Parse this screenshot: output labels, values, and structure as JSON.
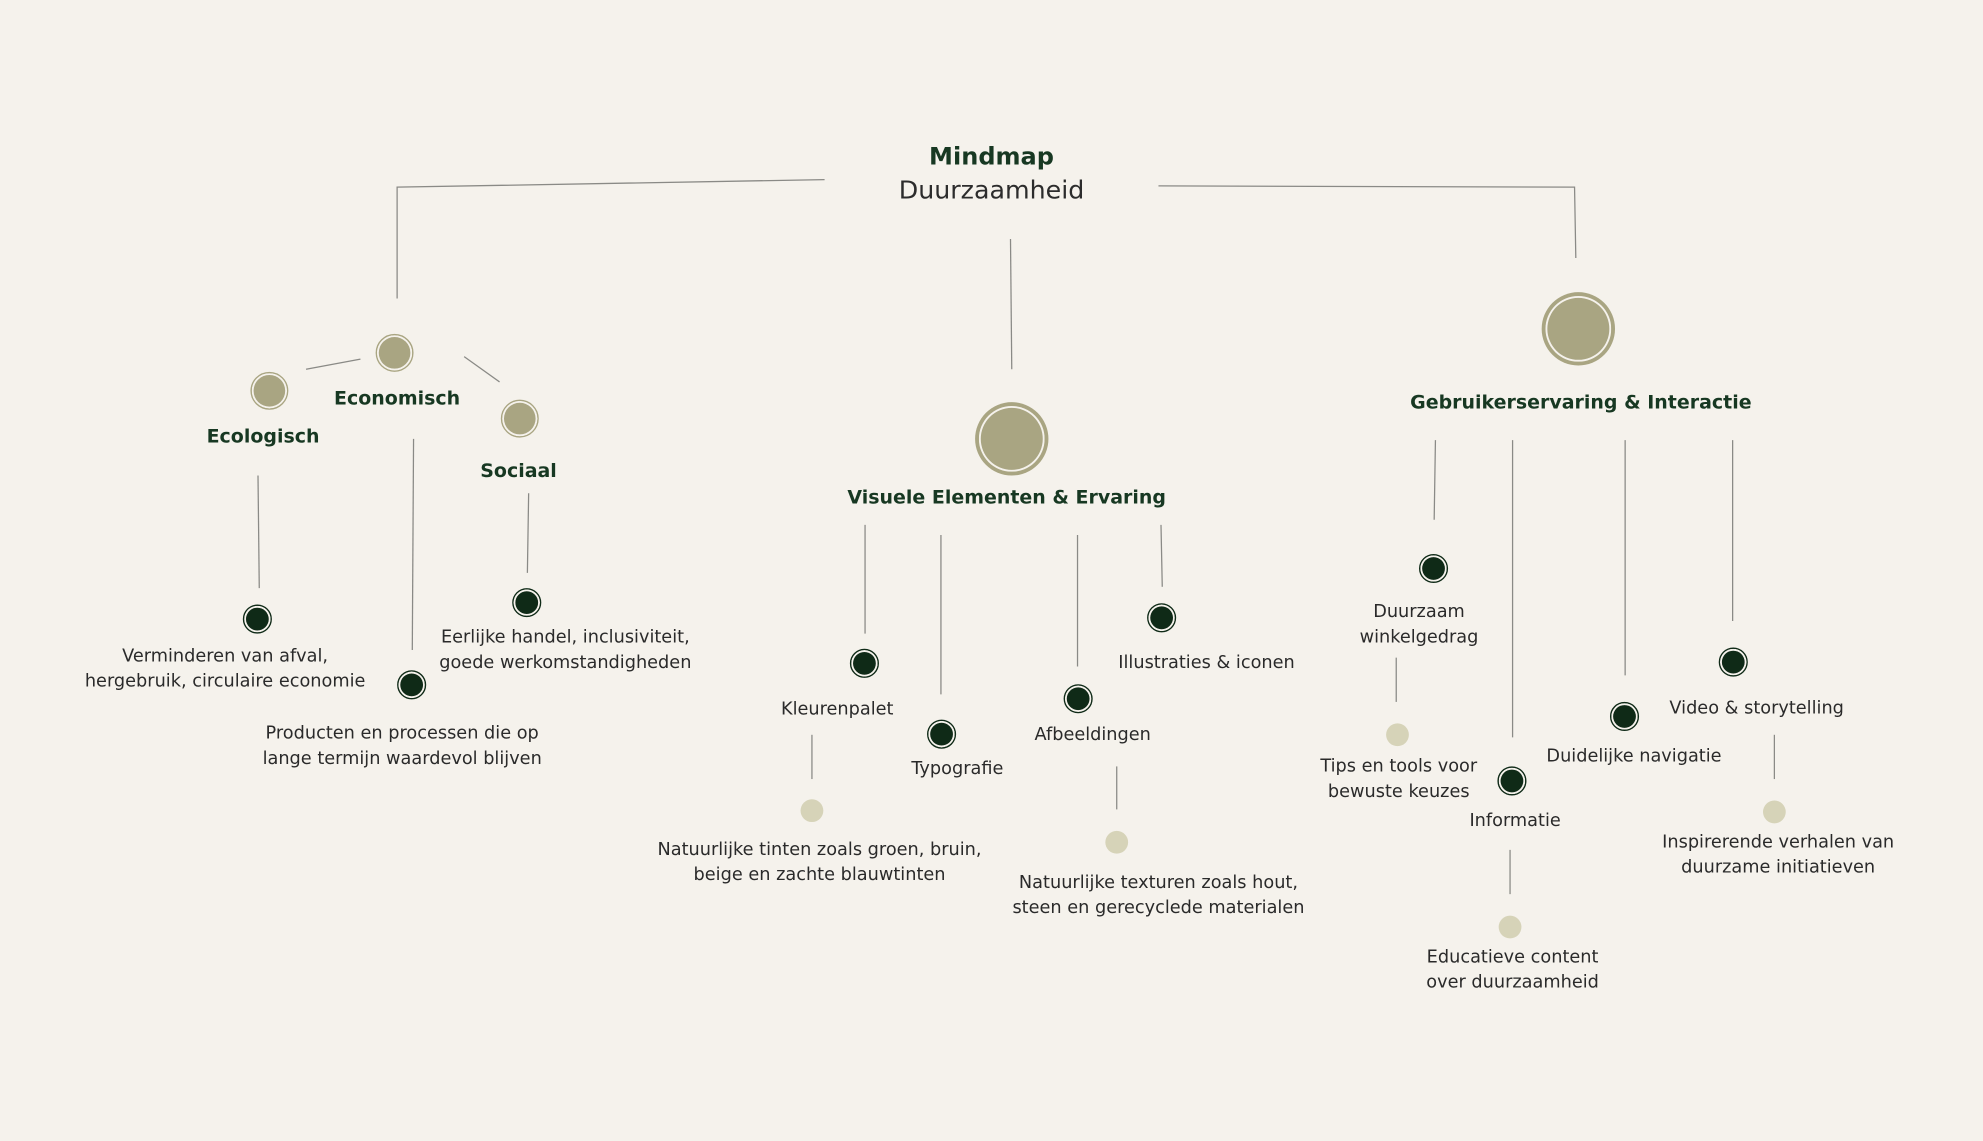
{
  "title": {
    "heading": "Mindmap",
    "subheading": "Duurzaamheid"
  },
  "colors": {
    "background": "#f5f2ec",
    "primary_node": "#a9a582",
    "dark_node": "#0f2a17",
    "light_node": "#d6d3b8",
    "heading": "#173822"
  },
  "branches": {
    "sustainability": {
      "ecologisch": {
        "label": "Ecologisch",
        "detail": [
          "Verminderen van afval,",
          "hergebruik, circulaire economie"
        ]
      },
      "economisch": {
        "label": "Economisch",
        "detail": [
          "Producten en processen die op",
          "lange termijn waardevol blijven"
        ]
      },
      "sociaal": {
        "label": "Sociaal",
        "detail": [
          "Eerlijke handel, inclusiviteit,",
          "goede werkomstandigheden"
        ]
      }
    },
    "visual": {
      "label": "Visuele Elementen & Ervaring",
      "kleurenpalet": {
        "label": "Kleurenpalet",
        "detail": [
          "Natuurlijke tinten zoals groen, bruin,",
          "beige en zachte blauwtinten"
        ]
      },
      "typografie": {
        "label": "Typografie"
      },
      "afbeeldingen": {
        "label": "Afbeeldingen",
        "detail": [
          "Natuurlijke texturen zoals hout,",
          "steen en gerecyclede materialen"
        ]
      },
      "illustraties": {
        "label": "Illustraties & iconen"
      }
    },
    "ux": {
      "label": "Gebruikerservaring & Interactie",
      "winkelgedrag": {
        "label": [
          "Duurzaam",
          "winkelgedrag"
        ],
        "detail": [
          "Tips en tools voor",
          "bewuste keuzes"
        ]
      },
      "informatie": {
        "label": "Informatie",
        "detail": [
          "Educatieve content",
          "over duurzaamheid"
        ]
      },
      "navigatie": {
        "label": "Duidelijke navigatie"
      },
      "video": {
        "label": "Video & storytelling",
        "detail": [
          "Inspirerende verhalen van",
          "duurzame initiatieven"
        ]
      }
    }
  }
}
